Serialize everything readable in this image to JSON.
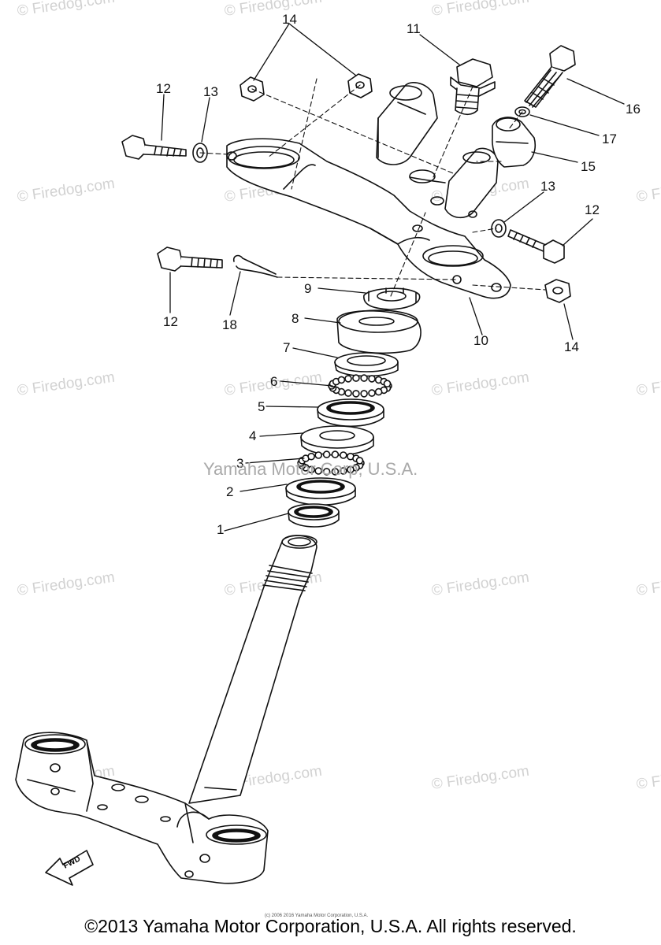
{
  "watermark": "© Firedog.com",
  "center_watermark": "Yamaha Motor Corp, U.S.A.",
  "tiny_text": "(c) 2006 2016 Yamaha Motor Corporation, U.S.A.",
  "copyright": "©2013 Yamaha Motor Corporation, U.S.A. All rights reserved.",
  "fwd_label": "FWD",
  "callouts": {
    "c1": "1",
    "c2": "2",
    "c3": "3",
    "c4": "4",
    "c5": "5",
    "c6": "6",
    "c7": "7",
    "c8": "8",
    "c9": "9",
    "c10": "10",
    "c11": "11",
    "c12a": "12",
    "c12b": "12",
    "c12c": "12",
    "c13a": "13",
    "c13b": "13",
    "c14a": "14",
    "c14b": "14",
    "c15": "15",
    "c16": "16",
    "c17": "17",
    "c18": "18"
  }
}
